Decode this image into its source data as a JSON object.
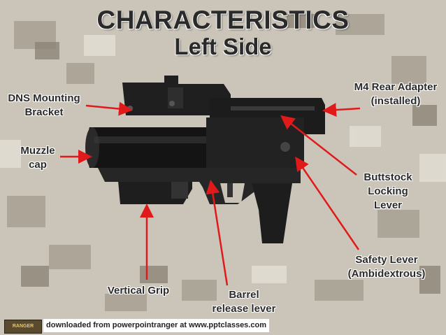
{
  "title": "CHARACTERISTICS",
  "subtitle": "Left Side",
  "labels": {
    "dns_mounting_bracket": [
      "DNS Mounting",
      "Bracket"
    ],
    "m4_rear_adapter": [
      "M4 Rear Adapter",
      "(installed)"
    ],
    "muzzle_cap": [
      "Muzzle",
      "cap"
    ],
    "buttstock_locking_lever": [
      "Buttstock",
      "Locking",
      "Lever"
    ],
    "safety_lever": [
      "Safety Lever",
      "(Ambidextrous)"
    ],
    "vertical_grip": "Vertical Grip",
    "barrel_release_lever": [
      "Barrel",
      "release lever"
    ]
  },
  "footer": {
    "logo_text": "RANGER",
    "text": "downloaded from powerpointranger at www.pptclasses.com"
  },
  "colors": {
    "arrow": "#e01a1a",
    "title": "#2a2a2a",
    "weapon": "#1f1f1f"
  }
}
